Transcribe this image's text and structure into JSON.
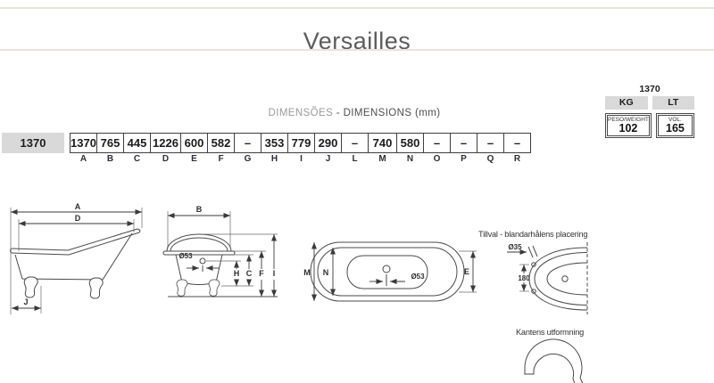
{
  "header": {
    "title": "Versailles"
  },
  "dimensions_caption": {
    "pt": "DIMENSÕES",
    "en": "- DIMENSIONS (mm)"
  },
  "size_table": {
    "row_label": "1370",
    "columns": [
      "A",
      "B",
      "C",
      "D",
      "E",
      "F",
      "G",
      "H",
      "I",
      "J",
      "L",
      "M",
      "N",
      "O",
      "P",
      "Q",
      "R"
    ],
    "values": [
      "1370",
      "765",
      "445",
      "1226",
      "600",
      "582",
      "–",
      "353",
      "779",
      "290",
      "–",
      "740",
      "580",
      "–",
      "–",
      "–",
      "–"
    ]
  },
  "spec_box": {
    "model": "1370",
    "kg_header": "KG",
    "lt_header": "LT",
    "weight_label": "PESO/WEIGHT",
    "weight_value": "102",
    "volume_label": "VOL.",
    "volume_value": "165"
  },
  "drawings": {
    "side_view": {
      "dim_a": "A",
      "dim_d": "D",
      "dim_j": "J"
    },
    "end_view": {
      "dim_b": "B",
      "drain_label": "Ø53",
      "dim_h": "H",
      "dim_c": "C",
      "dim_f": "F",
      "dim_i": "I"
    },
    "top_view": {
      "dim_m": "M",
      "dim_n": "N",
      "dim_e": "E",
      "drain_label": "Ø53"
    },
    "mixer_view": {
      "title": "Tillval - blandarhålens placering",
      "hole_label": "Ø35",
      "spacing_label": "180"
    },
    "edge_view": {
      "title": "Kantens utformning"
    }
  },
  "colors": {
    "table_header_bg": "#d9d9d9",
    "line": "#4a4a4a",
    "rule": "#e8e4dc",
    "title_text": "#5c5c5c"
  }
}
